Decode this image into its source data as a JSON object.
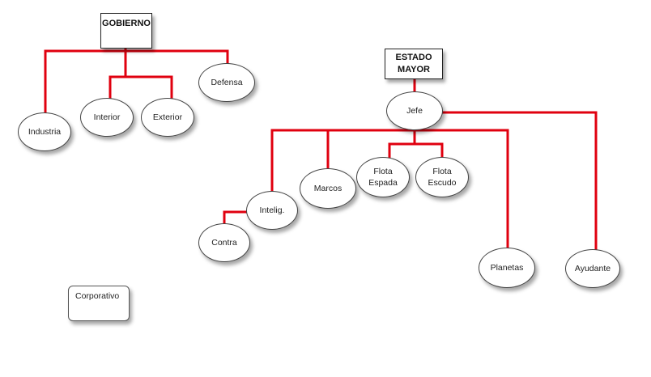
{
  "colors": {
    "connector": "#e0000f",
    "connector_dark": "#b00000",
    "node_border": "#444444"
  },
  "nodes": {
    "gobierno": "GOBIERNO",
    "estado_mayor_line1": "ESTADO",
    "estado_mayor_line2": "MAYOR",
    "defensa": "Defensa",
    "interior": "Interior",
    "exterior": "Exterior",
    "industria": "Industria",
    "jefe": "Jefe",
    "marcos": "Marcos",
    "flota_espada": "Flota\nEspada",
    "flota_escudo": "Flota\nEscudo",
    "intelig": "Intelig.",
    "contra": "Contra",
    "planetas": "Planetas",
    "ayudante": "Ayudante",
    "corporativo": "Corporativo"
  }
}
